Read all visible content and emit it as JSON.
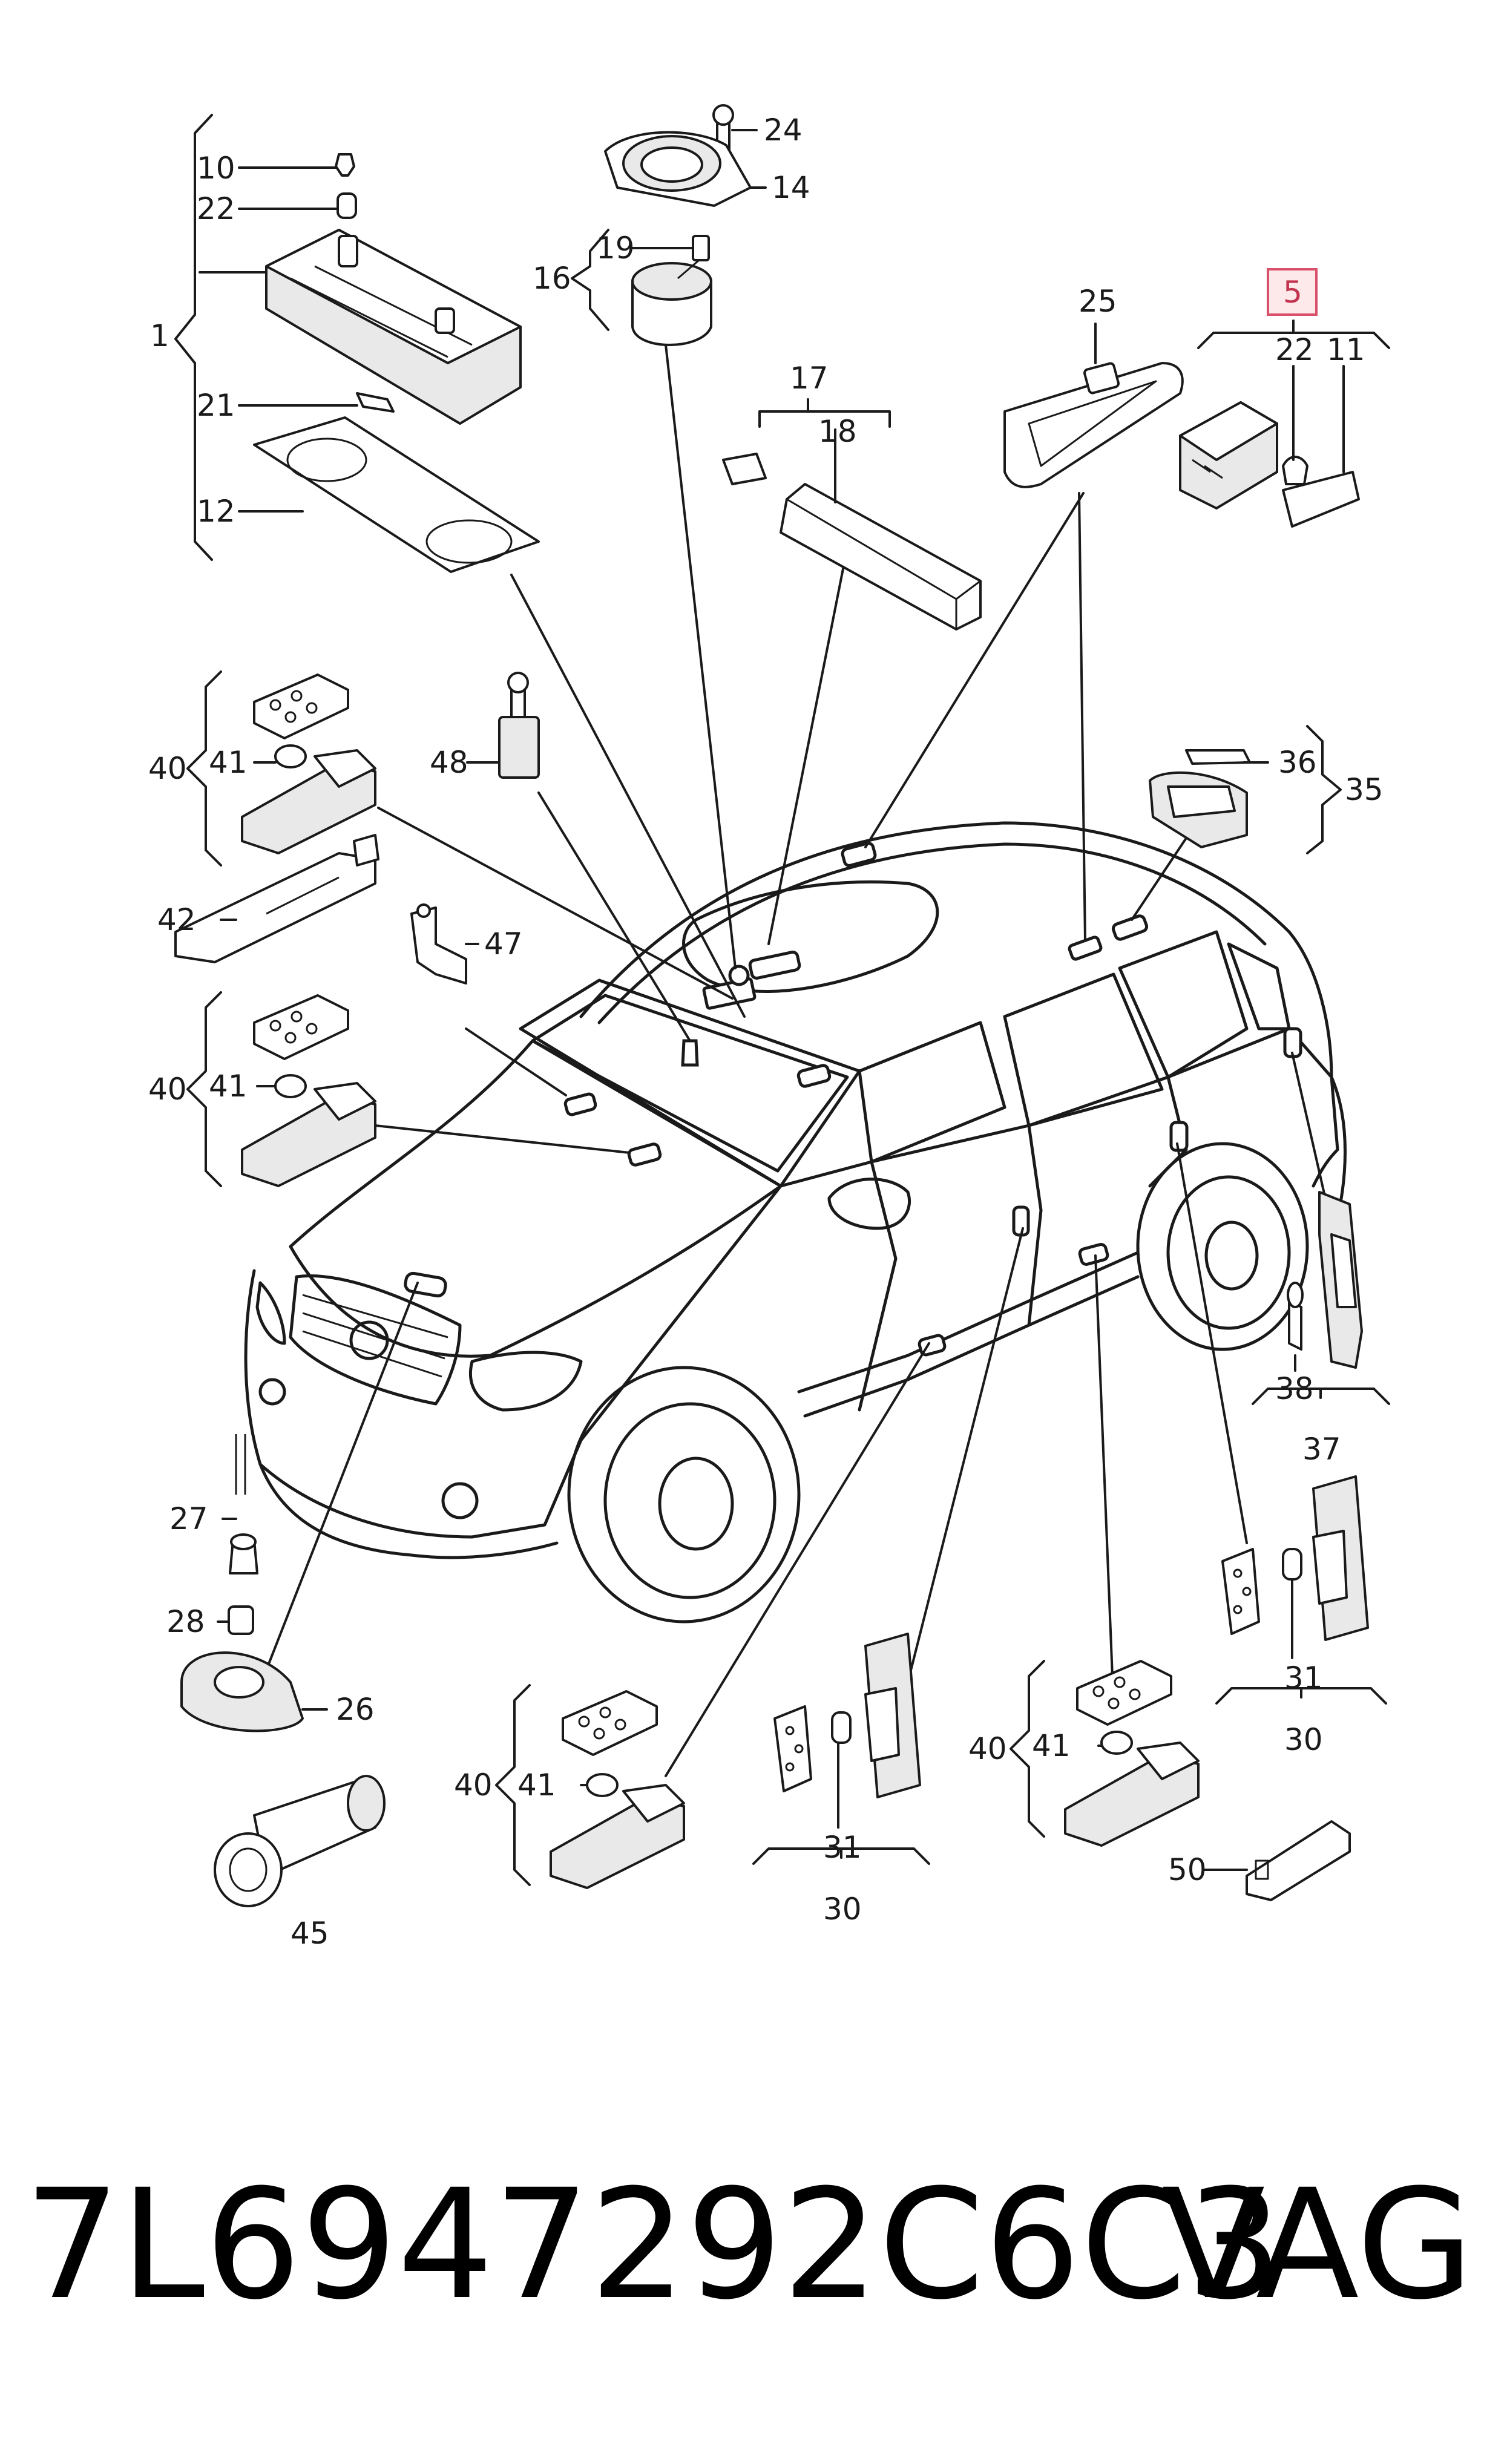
{
  "footer": {
    "part_number": "7L6947292C6C3",
    "brand": "VAG"
  },
  "highlight_color": "#d9506a",
  "callouts": {
    "c1": "1",
    "c5": "5",
    "c10": "10",
    "c11": "11",
    "c12": "12",
    "c14": "14",
    "c16": "16",
    "c17": "17",
    "c18": "18",
    "c19": "19",
    "c21": "21",
    "c22a": "22",
    "c22b": "22",
    "c24": "24",
    "c25": "25",
    "c26": "26",
    "c27": "27",
    "c28": "28",
    "c30a": "30",
    "c30b": "30",
    "c31a": "31",
    "c31b": "31",
    "c35": "35",
    "c36": "36",
    "c37": "37",
    "c38": "38",
    "c40a": "40",
    "c40b": "40",
    "c40c": "40",
    "c40d": "40",
    "c41a": "41",
    "c41b": "41",
    "c41c": "41",
    "c41d": "41",
    "c42": "42",
    "c45": "45",
    "c47": "47",
    "c48": "48",
    "c50": "50"
  }
}
